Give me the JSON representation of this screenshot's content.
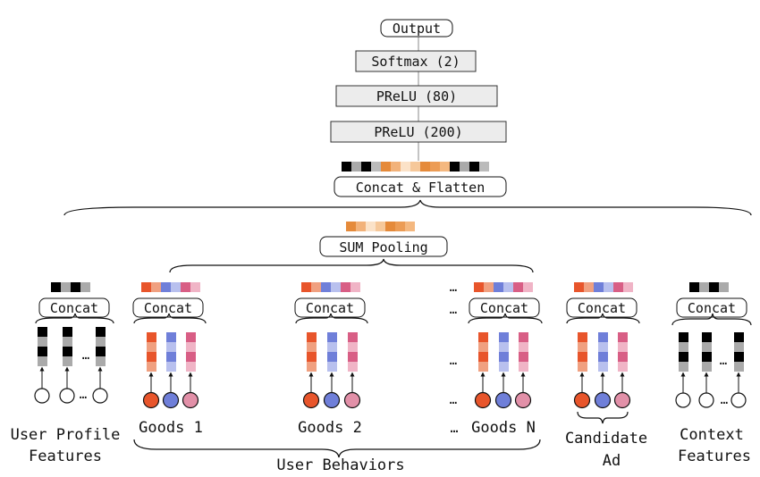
{
  "network": {
    "output": "Output",
    "softmax": "Softmax (2)",
    "prelu80": "PReLU (80)",
    "prelu200": "PReLU (200)",
    "concat_flatten": "Concat & Flatten",
    "sum_pooling": "SUM Pooling"
  },
  "groups": {
    "concat": "Concat",
    "ellipsis": "…",
    "user_profile_line1": "User Profile",
    "user_profile_line2": "Features",
    "goods1": "Goods 1",
    "goods2": "Goods 2",
    "goodsN": "Goods N",
    "user_behaviors": "User Behaviors",
    "candidate_line1": "Candidate",
    "candidate_line2": "Ad",
    "context_line1": "Context",
    "context_line2": "Features"
  },
  "colors": {
    "node_orange": "#e8552b",
    "node_blue": "#6f7fd9",
    "node_pink": "#e290a8",
    "layer_fill": "#ececec",
    "black": "#000000",
    "grey": "#aaaaaa"
  }
}
